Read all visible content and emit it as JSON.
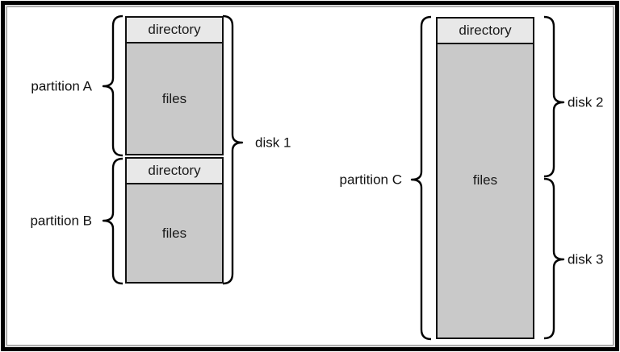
{
  "colors": {
    "directory_fill": "#e8e8e8",
    "files_fill": "#c9c9c9",
    "box_border": "#111111",
    "line": "#000000"
  },
  "disk1_group": {
    "disk_label": "disk 1",
    "partition_a": {
      "label": "partition A",
      "directory": "directory",
      "files": "files"
    },
    "partition_b": {
      "label": "partition B",
      "directory": "directory",
      "files": "files"
    }
  },
  "disk23_group": {
    "disk2_label": "disk 2",
    "disk3_label": "disk 3",
    "partition_c": {
      "label": "partition C",
      "directory": "directory",
      "files": "files"
    }
  }
}
